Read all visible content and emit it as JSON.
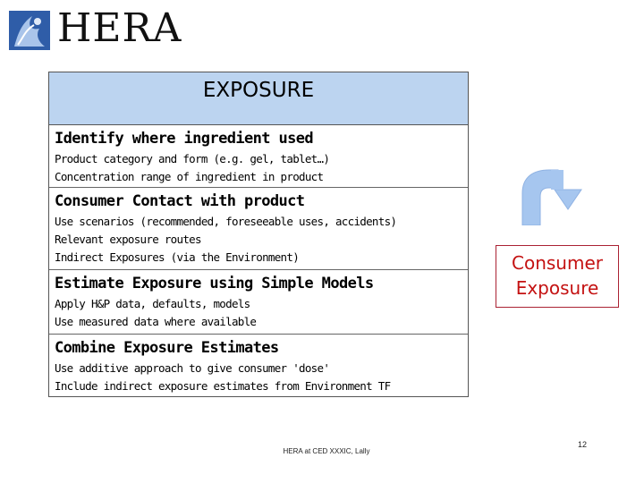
{
  "logo": {
    "text": "HERA"
  },
  "panel": {
    "title": "EXPOSURE",
    "sections": [
      {
        "heading": "Identify where ingredient used",
        "lines": [
          "Product category and form (e.g. gel, tablet…)",
          "Concentration range of ingredient in product"
        ]
      },
      {
        "heading": "Consumer Contact with product",
        "lines": [
          "Use scenarios (recommended, foreseeable uses, accidents)",
          "Relevant exposure routes",
          "Indirect Exposures (via the Environment)"
        ]
      },
      {
        "heading": "Estimate Exposure using Simple Models",
        "lines": [
          "Apply H&P data, defaults, models",
          "Use measured data where available"
        ]
      },
      {
        "heading": "Combine Exposure Estimates",
        "lines": [
          "Use additive approach to give consumer 'dose'",
          "Include indirect exposure estimates from Environment TF"
        ]
      }
    ]
  },
  "callout": {
    "line1": "Consumer",
    "line2": "Exposure"
  },
  "footer": {
    "text": "HERA at CED XXXIC, Lally"
  },
  "page_number": "12",
  "colors": {
    "header_bg": "#bcd4f0",
    "callout_text": "#c41212",
    "arrow": "#a6c6ef"
  }
}
